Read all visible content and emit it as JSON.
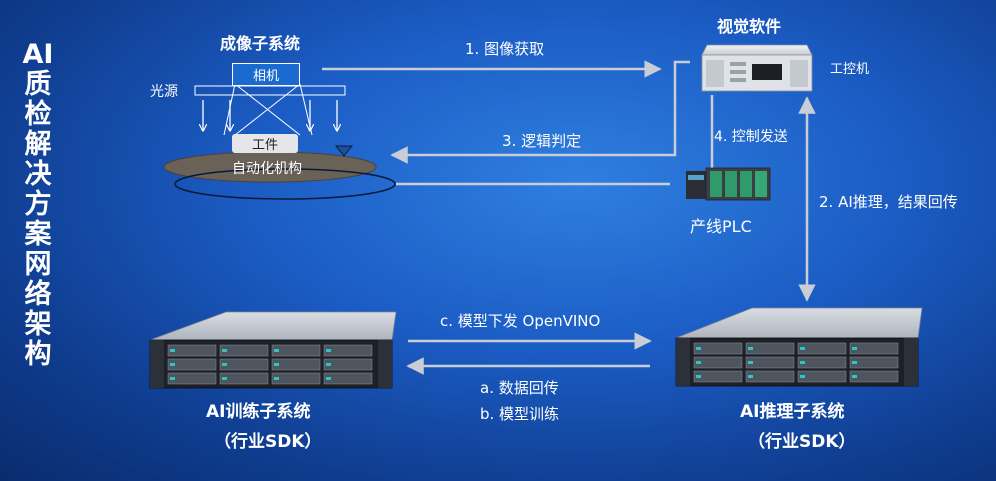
{
  "side_title": "AI质检解决方案网络架构",
  "imaging": {
    "title": "成像子系统",
    "camera": "相机",
    "light": "光源",
    "workpiece": "工件",
    "automation": "自动化机构"
  },
  "vision": {
    "title": "视觉软件",
    "ipc": "工控机"
  },
  "plc": {
    "label": "产线PLC"
  },
  "flows": {
    "step1": "1. 图像获取",
    "step2": "2. AI推理，结果回传",
    "step3": "3. 逻辑判定",
    "step4": "4. 控制发送",
    "model_push": "c. 模型下发 OpenVINO",
    "data_back": "a. 数据回传",
    "train": "b. 模型训练"
  },
  "training": {
    "title": "AI训练子系统",
    "sdk": "（行业SDK）"
  },
  "inference": {
    "title": "AI推理子系统",
    "sdk": "（行业SDK）"
  },
  "colors": {
    "arrow": "#c9ced6",
    "bg_center": "#2f7fe0",
    "bg_edge": "#0a2c6e",
    "camera_fill": "#1a6ad0",
    "plc_green": "#2f9a6a"
  }
}
